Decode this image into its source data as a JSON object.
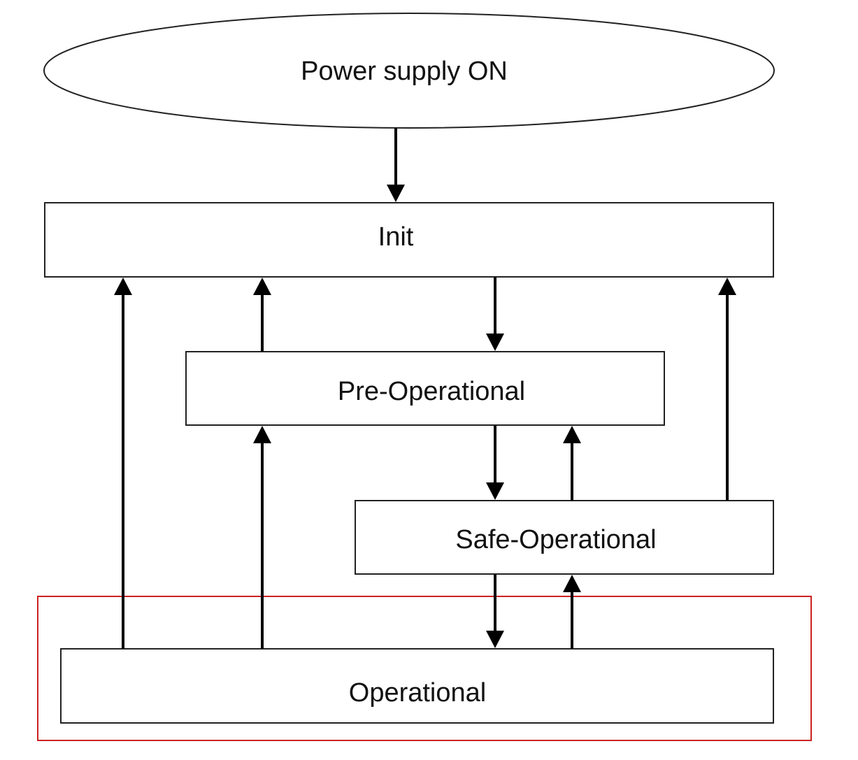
{
  "states": {
    "power": {
      "label": "Power supply ON"
    },
    "init": {
      "label": "Init"
    },
    "preop": {
      "label": "Pre-Operational"
    },
    "safeop": {
      "label": "Safe-Operational"
    },
    "op": {
      "label": "Operational"
    }
  },
  "transitions": [
    {
      "from": "power",
      "to": "init"
    },
    {
      "from": "init",
      "to": "preop"
    },
    {
      "from": "preop",
      "to": "init"
    },
    {
      "from": "preop",
      "to": "safeop"
    },
    {
      "from": "safeop",
      "to": "preop"
    },
    {
      "from": "safeop",
      "to": "init"
    },
    {
      "from": "safeop",
      "to": "op"
    },
    {
      "from": "op",
      "to": "safeop"
    },
    {
      "from": "op",
      "to": "preop"
    },
    {
      "from": "op",
      "to": "init"
    }
  ],
  "highlight": {
    "target": "op",
    "color": "#cc2222"
  },
  "colors": {
    "line": "#000000",
    "box_border": "#222222",
    "background": "#ffffff"
  }
}
